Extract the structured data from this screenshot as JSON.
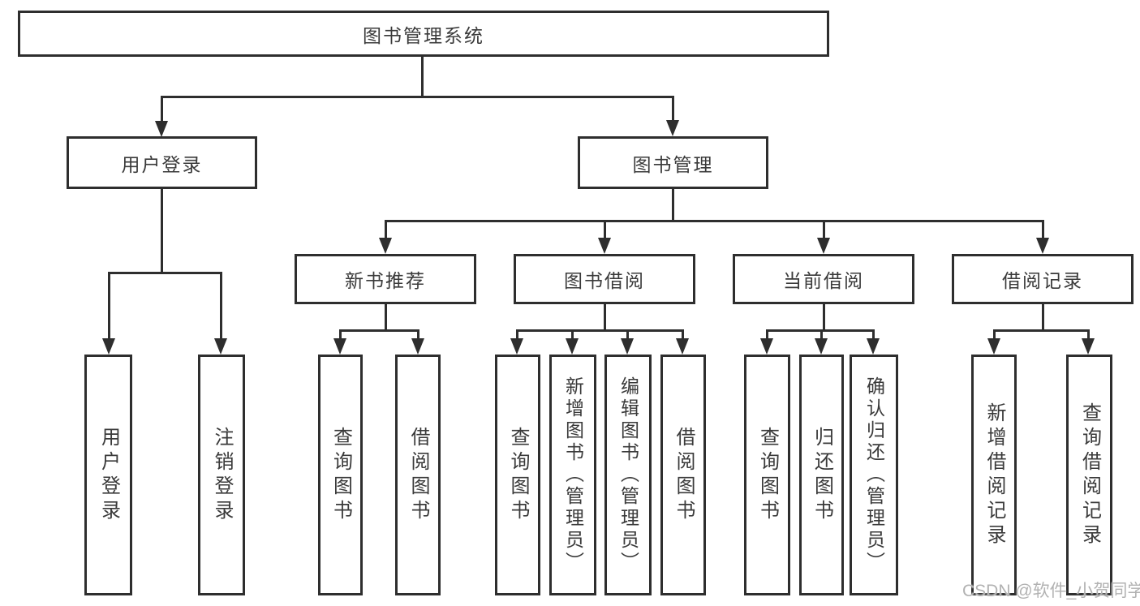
{
  "tree": {
    "root": {
      "label": "图书管理系统",
      "children": [
        {
          "label": "用户登录",
          "children": [
            {
              "label": "用户登录"
            },
            {
              "label": "注销登录"
            }
          ]
        },
        {
          "label": "图书管理",
          "children": [
            {
              "label": "新书推荐",
              "children": [
                {
                  "label": "查询图书"
                },
                {
                  "label": "借阅图书"
                }
              ]
            },
            {
              "label": "图书借阅",
              "children": [
                {
                  "label": "查询图书"
                },
                {
                  "label": "新增图书（管理员）"
                },
                {
                  "label": "编辑图书（管理员）"
                },
                {
                  "label": "借阅图书"
                }
              ]
            },
            {
              "label": "当前借阅",
              "children": [
                {
                  "label": "查询图书"
                },
                {
                  "label": "归还图书"
                },
                {
                  "label": "确认归还（管理员）"
                }
              ]
            },
            {
              "label": "借阅记录",
              "children": [
                {
                  "label": "新增借阅记录"
                },
                {
                  "label": "查询借阅记录"
                }
              ]
            }
          ]
        }
      ]
    }
  },
  "watermark": {
    "text": "CSDN @软件_小贺同学"
  },
  "colors": {
    "line": "#2e2e2e",
    "text": "#3a3a3a",
    "watermark": "#b2b2b2",
    "background": "#ffffff"
  }
}
